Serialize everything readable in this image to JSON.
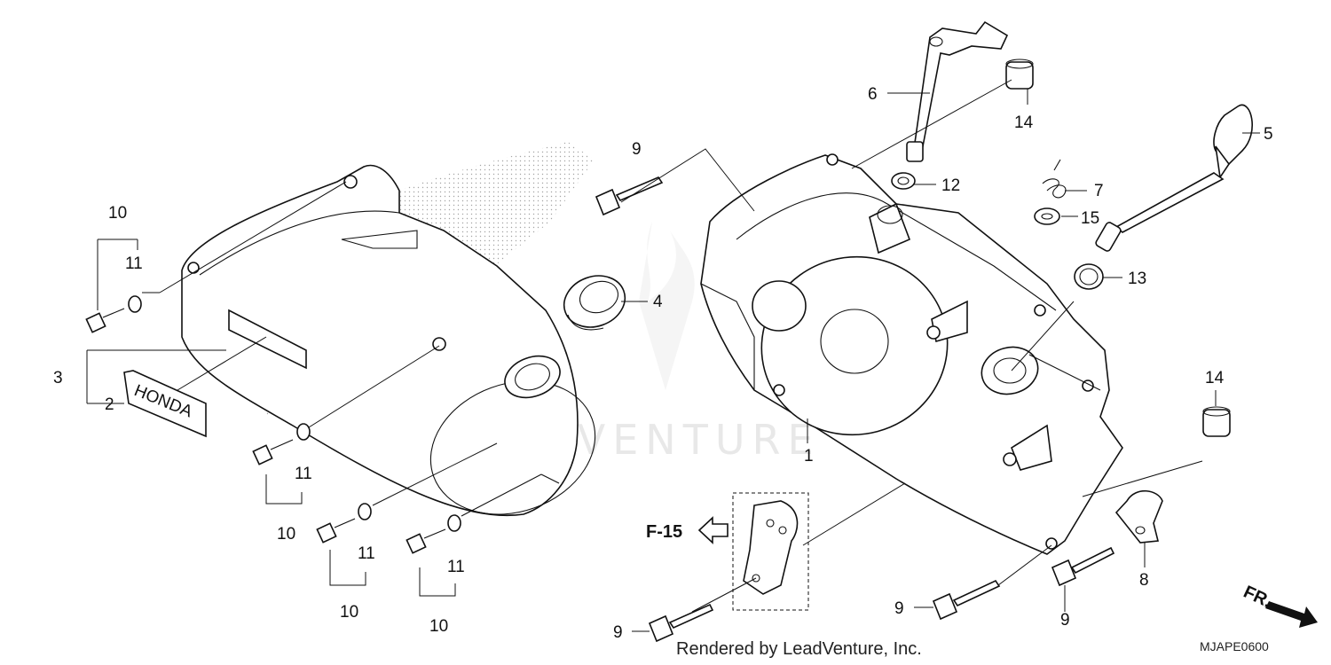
{
  "diagram": {
    "labels": {
      "n1": "1",
      "n2": "2",
      "n3": "3",
      "n4": "4",
      "n5": "5",
      "n6": "6",
      "n7": "7",
      "n8": "8",
      "n9": "9",
      "n10": "10",
      "n11": "11",
      "n12": "12",
      "n13": "13",
      "n14": "14",
      "n15": "15"
    },
    "ref_label": "F-15",
    "front_label": "FR.",
    "emblem_text": "HONDA",
    "watermark": "LEADVENTURE",
    "footer_credit": "Rendered by LeadVenture, Inc.",
    "diagram_code": "MJAPE0600"
  }
}
